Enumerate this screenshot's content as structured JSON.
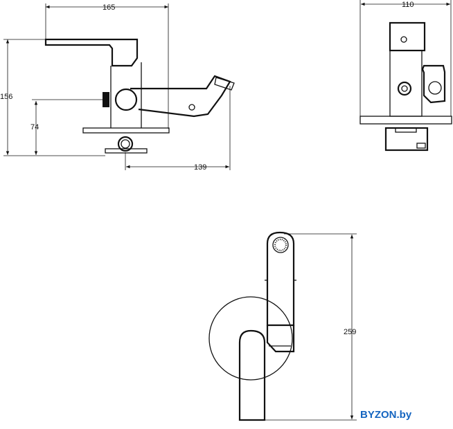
{
  "dimensions": {
    "width_top": "165",
    "width_side": "110",
    "height_total": "156",
    "height_spout": "74",
    "reach": "139",
    "height_shower": "259"
  },
  "watermark": {
    "text": "BYZON.by",
    "color": "#1565c0"
  }
}
